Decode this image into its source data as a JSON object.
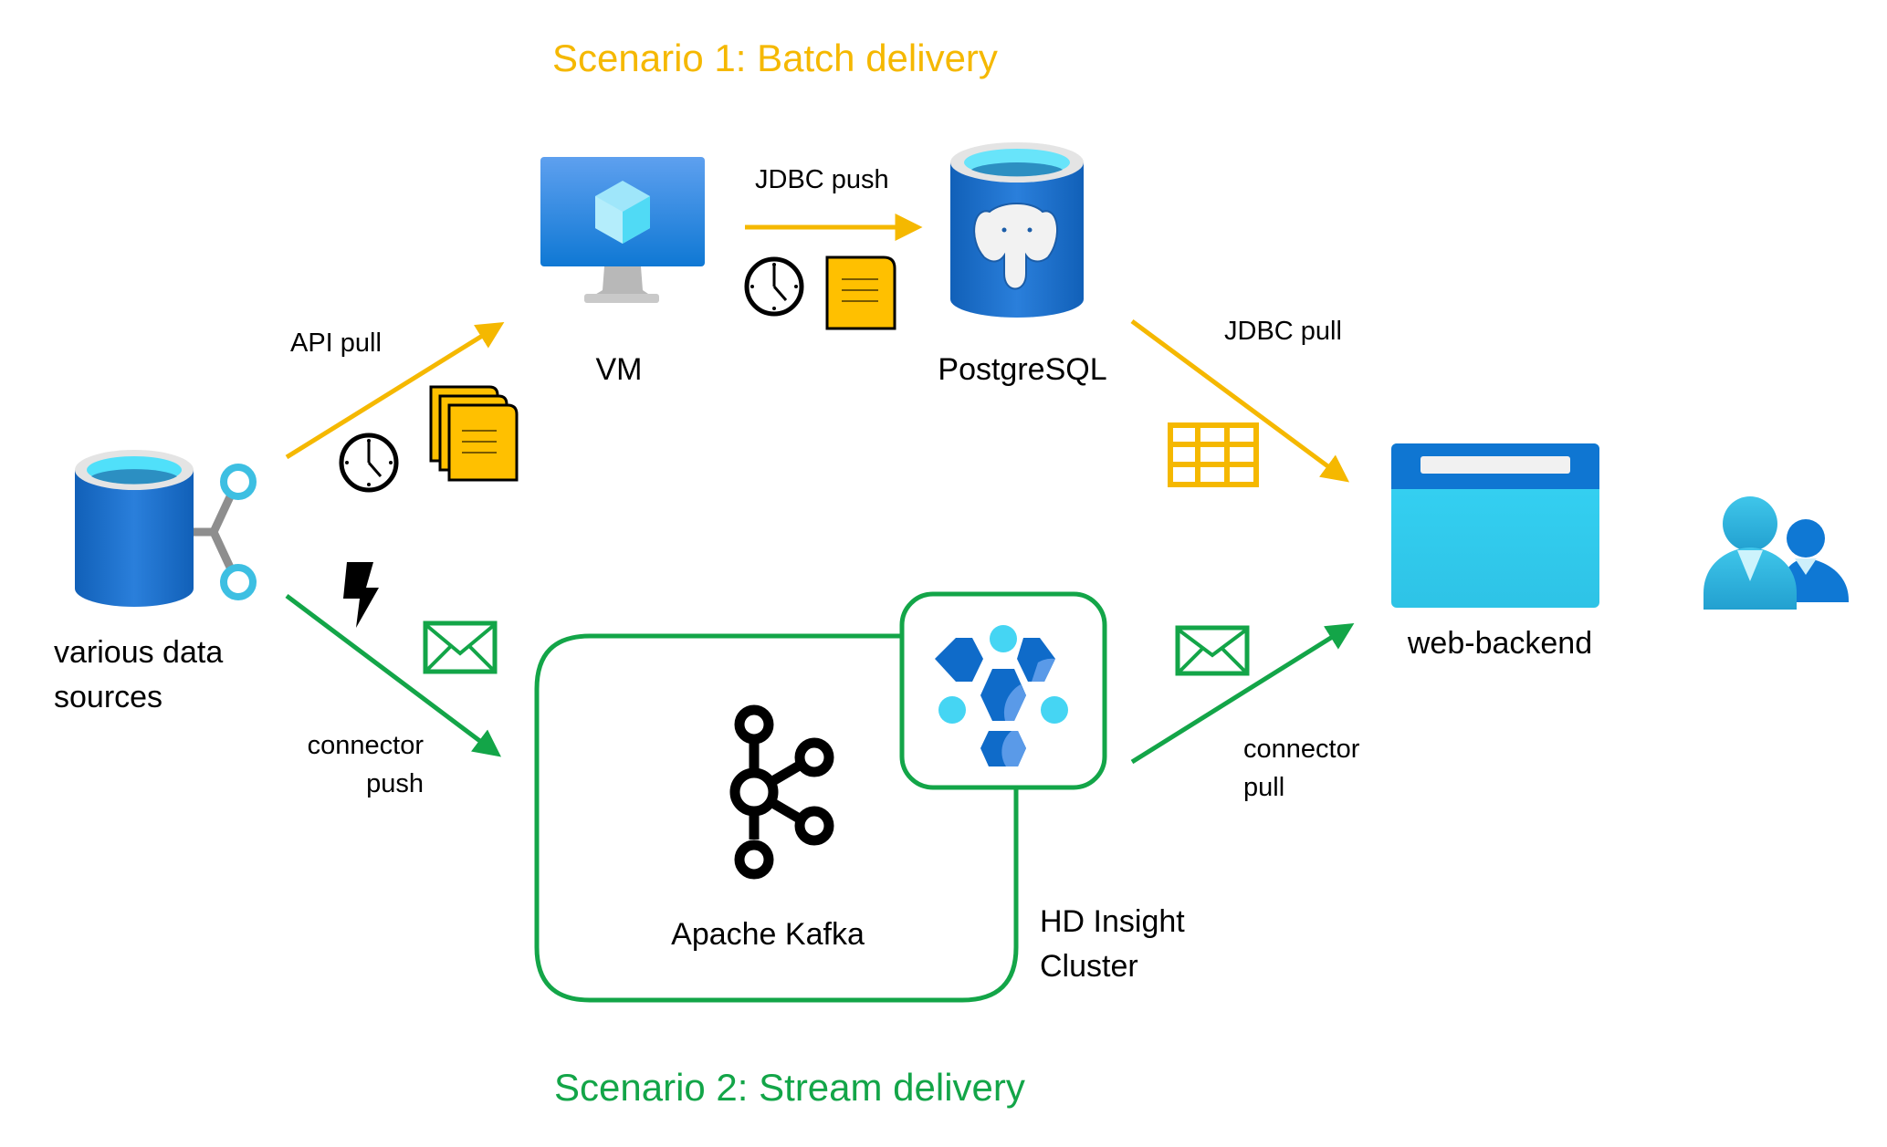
{
  "colors": {
    "batch": "#F5B800",
    "stream": "#13A548",
    "azure_blue": "#0F6BC9",
    "azure_light": "#3CCBF4",
    "doc_fill": "#FFC000",
    "text": "#000000"
  },
  "scenarios": {
    "batch_title": "Scenario 1: Batch delivery",
    "stream_title": "Scenario 2: Stream delivery"
  },
  "nodes": {
    "data_sources": {
      "label_line1": "various data",
      "label_line2": "sources",
      "icon": "database-share-icon"
    },
    "vm": {
      "label": "VM",
      "icon": "virtual-machine-icon"
    },
    "postgres": {
      "label": "PostgreSQL",
      "icon": "postgresql-database-icon"
    },
    "web_backend": {
      "label": "web-backend",
      "icon": "web-app-icon"
    },
    "users": {
      "icon": "users-icon"
    },
    "kafka": {
      "label": "Apache Kafka",
      "icon": "kafka-icon"
    },
    "hdinsight": {
      "label_line1": "HD Insight",
      "label_line2": "Cluster",
      "icon": "hdinsight-icon"
    }
  },
  "edges": {
    "api_pull": {
      "label": "API pull",
      "from": "data_sources",
      "to": "vm",
      "scenario": "batch",
      "icons": [
        "clock-icon",
        "documents-stack-icon"
      ]
    },
    "jdbc_push": {
      "label": "JDBC push",
      "from": "vm",
      "to": "postgres",
      "scenario": "batch",
      "icons": [
        "clock-icon",
        "document-icon"
      ]
    },
    "jdbc_pull": {
      "label": "JDBC pull",
      "from": "postgres",
      "to": "web_backend",
      "scenario": "batch",
      "icons": [
        "table-icon"
      ]
    },
    "connector_push": {
      "label_line1": "connector",
      "label_line2": "push",
      "from": "data_sources",
      "to": "kafka",
      "scenario": "stream",
      "icons": [
        "lightning-icon",
        "envelope-icon"
      ]
    },
    "connector_pull": {
      "label_line1": "connector",
      "label_line2": "pull",
      "from": "kafka",
      "to": "web_backend",
      "scenario": "stream",
      "icons": [
        "envelope-icon"
      ]
    }
  }
}
